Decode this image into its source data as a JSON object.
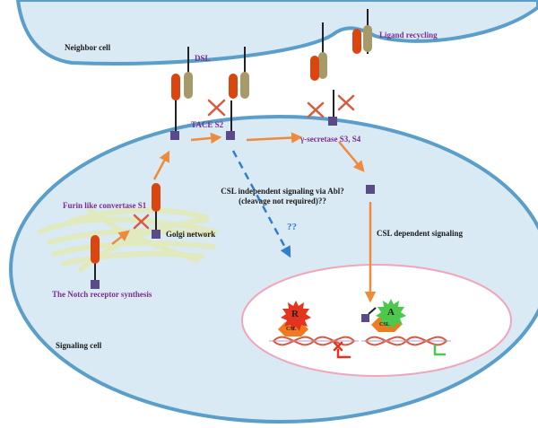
{
  "labels": {
    "neighbor_cell": "Neighbor cell",
    "ligand_recycling": "Ligand recycling",
    "dsl": "DSL",
    "tace_s2": "TACE S2",
    "gamma_secretase": "γ-secretase S3, S4",
    "furin": "Furin like convertase S1",
    "golgi": "Golgi network",
    "notch_synthesis": "The Notch receptor synthesis",
    "csl_independent_line1": "CSL independent signaling via Abl?",
    "csl_independent_line2": "(cleavage not required)??",
    "question_marks": "??",
    "csl_dependent": "CSL dependent  signaling",
    "signaling_cell": "Signaling cell",
    "repressor": "R",
    "activator": "A",
    "csl_left": "CSL",
    "csl_right": "CSL"
  },
  "colors": {
    "neighbor_fill": "#daeaf4",
    "cell_fill": "#daeaf4",
    "membrane": "#5a9ec9",
    "nucleus_fill": "#ffffff",
    "nucleus_border": "#f0a6b8",
    "notch_red": "#d9460f",
    "ligand_tan": "#a79a6a",
    "arrow_orange": "#f08a3c",
    "intracellular_purple": "#5a4a8a",
    "cross_red": "#d85a3f",
    "dashed_blue": "#2e7fd1",
    "csl_orange": "#f07a20",
    "repressor_red": "#e4331f",
    "activator_green": "#4cc94c",
    "golgi_green": "#dfe9b6"
  }
}
